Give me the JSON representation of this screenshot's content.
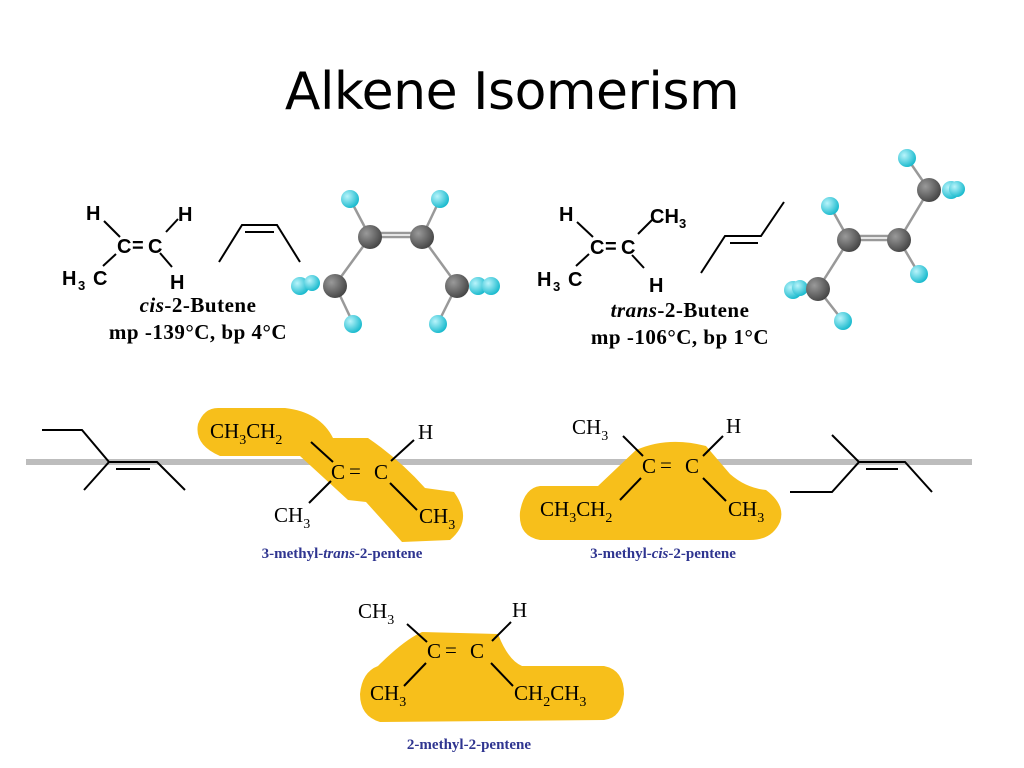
{
  "slide": {
    "title": "Alkene Isomerism"
  },
  "cis_butene": {
    "atoms": {
      "h_top_left": "H",
      "h_top_right": "H",
      "c_left": "C",
      "double_bond": "=",
      "c_right": "C",
      "h3c_h": "H",
      "h3c_sub": "3",
      "h3c_c": "C",
      "h_bottom_right": "H"
    },
    "name_prefix": "cis",
    "name_rest": "-2-Butene",
    "properties": "mp -139°C, bp 4°C"
  },
  "trans_butene": {
    "atoms": {
      "h_top_left": "H",
      "ch3_ch": "CH",
      "ch3_sub": "3",
      "c_left": "C",
      "double_bond": "=",
      "c_right": "C",
      "h3c_h": "H",
      "h3c_sub": "3",
      "h3c_c": "C",
      "h_bottom_right": "H"
    },
    "name_prefix": "trans",
    "name_rest": "-2-Butene",
    "properties": "mp -106°C, bp 1°C"
  },
  "trans_pentene": {
    "ch3ch2": {
      "c1": "CH",
      "s1": "3",
      "c2": "CH",
      "s2": "2"
    },
    "h": "H",
    "core": "C",
    "bond": "=",
    "core2": "C",
    "ch3_left": {
      "c": "CH",
      "s": "3"
    },
    "ch3_right": {
      "c": "CH",
      "s": "3"
    },
    "name_pre": "3-methyl-",
    "name_italic": "trans",
    "name_post": "-2-pentene"
  },
  "cis_pentene": {
    "ch3_top": {
      "c": "CH",
      "s": "3"
    },
    "h": "H",
    "core": "C",
    "bond": "=",
    "core2": "C",
    "ch3ch2": {
      "c1": "CH",
      "s1": "3",
      "c2": "CH",
      "s2": "2"
    },
    "ch3_right": {
      "c": "CH",
      "s": "3"
    },
    "name_pre": "3-methyl-",
    "name_italic": "cis",
    "name_post": "-2-pentene"
  },
  "methyl_pentene": {
    "ch3_top": {
      "c": "CH",
      "s": "3"
    },
    "h": "H",
    "core": "C",
    "bond": "=",
    "core2": "C",
    "ch3_left": {
      "c": "CH",
      "s": "3"
    },
    "ch2ch3": {
      "c1": "CH",
      "s1": "2",
      "c2": "CH",
      "s2": "3"
    },
    "name": "2-methyl-2-pentene"
  },
  "colors": {
    "highlight": "#f7bf1b",
    "atom_carbon": "#555555",
    "atom_hydrogen": "#1ec8dc",
    "name_blue": "#2f3590",
    "divider": "#bdbdbd"
  }
}
